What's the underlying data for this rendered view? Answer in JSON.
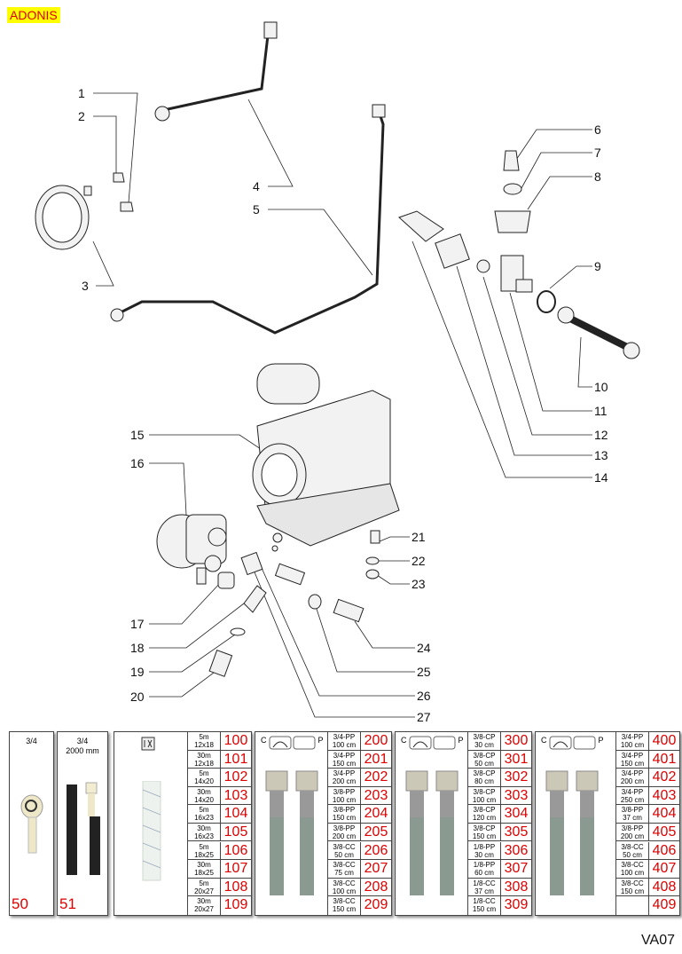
{
  "title": "ADONIS",
  "page_code": "VA07",
  "callouts": [
    "1",
    "2",
    "3",
    "4",
    "5",
    "6",
    "7",
    "8",
    "9",
    "10",
    "11",
    "12",
    "13",
    "14",
    "15",
    "16",
    "17",
    "18",
    "19",
    "20",
    "21",
    "22",
    "23",
    "24",
    "25",
    "26",
    "27"
  ],
  "panels": {
    "p50": {
      "label": "3/4",
      "number": "50"
    },
    "p51": {
      "label": "3/4",
      "sublabel": "2000 mm",
      "number": "51"
    },
    "p100": {
      "rows": [
        [
          "5m",
          "12x18",
          "100"
        ],
        [
          "30m",
          "12x18",
          "101"
        ],
        [
          "5m",
          "14x20",
          "102"
        ],
        [
          "30m",
          "14x20",
          "103"
        ],
        [
          "5m",
          "16x23",
          "104"
        ],
        [
          "30m",
          "16x23",
          "105"
        ],
        [
          "5m",
          "18x25",
          "106"
        ],
        [
          "30m",
          "18x25",
          "107"
        ],
        [
          "5m",
          "20x27",
          "108"
        ],
        [
          "30m",
          "20x27",
          "109"
        ]
      ]
    },
    "p200": {
      "c": "C",
      "p": "P",
      "rows": [
        [
          "3/4-PP",
          "100 cm",
          "200"
        ],
        [
          "3/4-PP",
          "150 cm",
          "201"
        ],
        [
          "3/4-PP",
          "200 cm",
          "202"
        ],
        [
          "3/8-PP",
          "100 cm",
          "203"
        ],
        [
          "3/8-PP",
          "150 cm",
          "204"
        ],
        [
          "3/8-PP",
          "200 cm",
          "205"
        ],
        [
          "3/8-CC",
          "50 cm",
          "206"
        ],
        [
          "3/8-CC",
          "75 cm",
          "207"
        ],
        [
          "3/8-CC",
          "100 cm",
          "208"
        ],
        [
          "3/8-CC",
          "150 cm",
          "209"
        ]
      ]
    },
    "p300": {
      "c": "C",
      "p": "P",
      "rows": [
        [
          "3/8-CP",
          "30 cm",
          "300"
        ],
        [
          "3/8-CP",
          "50 cm",
          "301"
        ],
        [
          "3/8-CP",
          "80 cm",
          "302"
        ],
        [
          "3/8-CP",
          "100 cm",
          "303"
        ],
        [
          "3/8-CP",
          "120 cm",
          "304"
        ],
        [
          "3/8-CP",
          "150 cm",
          "305"
        ],
        [
          "1/8-PP",
          "30 cm",
          "306"
        ],
        [
          "1/8-PP",
          "60 cm",
          "307"
        ],
        [
          "1/8-CC",
          "37 cm",
          "308"
        ],
        [
          "1/8-CC",
          "150 cm",
          "309"
        ]
      ]
    },
    "p400": {
      "c": "C",
      "p": "P",
      "rows": [
        [
          "3/4-PP",
          "100 cm",
          "400"
        ],
        [
          "3/4-PP",
          "150 cm",
          "401"
        ],
        [
          "3/4-PP",
          "200 cm",
          "402"
        ],
        [
          "3/4-PP",
          "250 cm",
          "403"
        ],
        [
          "3/8-PP",
          "37 cm",
          "404"
        ],
        [
          "3/8-PP",
          "200 cm",
          "405"
        ],
        [
          "3/8-CC",
          "50 cm",
          "406"
        ],
        [
          "3/8-CC",
          "100 cm",
          "407"
        ],
        [
          "3/8-CC",
          "150 cm",
          "408"
        ],
        [
          "",
          "",
          "409"
        ]
      ]
    }
  }
}
